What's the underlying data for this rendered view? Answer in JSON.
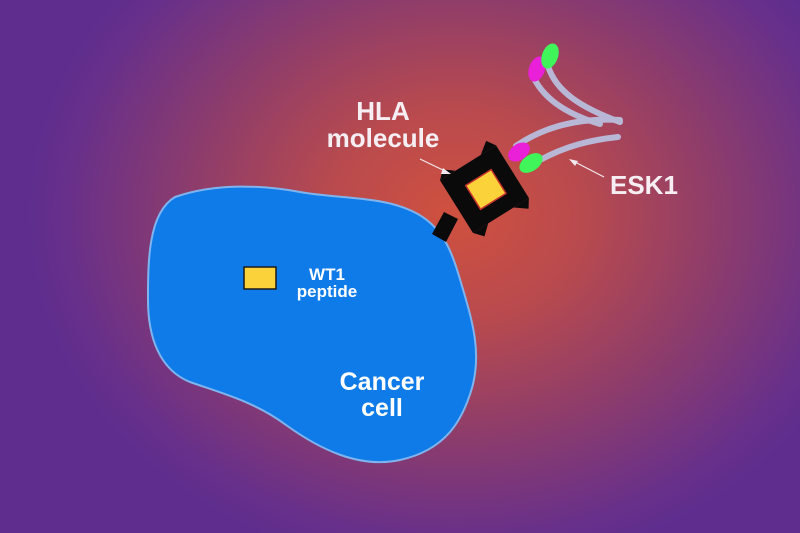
{
  "labels": {
    "hla": {
      "line1": "HLA",
      "line2": "molecule"
    },
    "esk": "ESK1",
    "wt1": {
      "line1": "WT1",
      "line2": "peptide"
    },
    "cancer": {
      "line1": "Cancer",
      "line2": "cell"
    }
  },
  "colors": {
    "background_center": "#d0513f",
    "background_edge": "#5e2d8e",
    "cell_fill": "#0f7be8",
    "cell_outline": "#7fb4ee",
    "peptide_fill": "#fcd23a",
    "hla_fill": "#0a0a0a",
    "antibody_arm": "#b9b7d6",
    "antibody_magenta": "#ea1fd8",
    "antibody_green": "#3ff55a"
  }
}
